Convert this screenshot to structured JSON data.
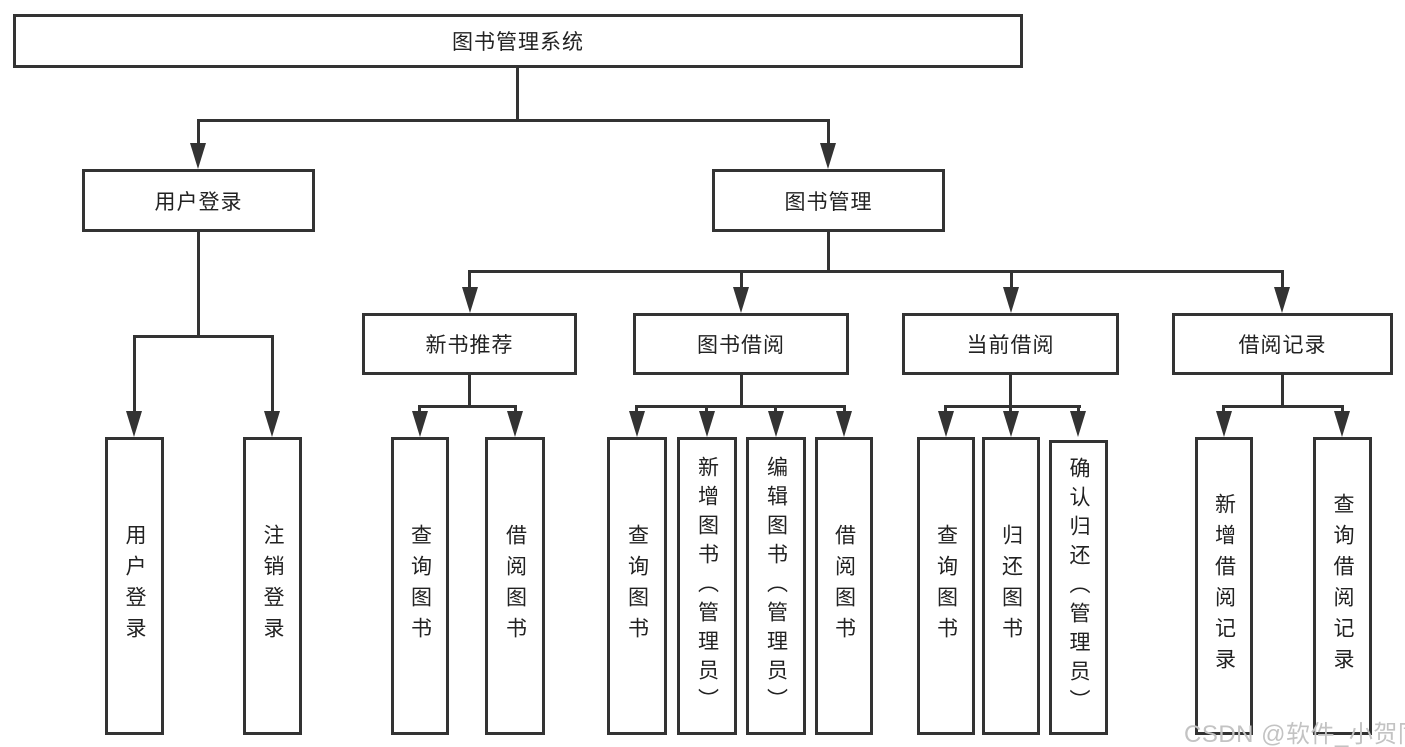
{
  "diagram": {
    "root": {
      "label": "图书管理系统"
    },
    "level2": {
      "user_login": {
        "label": "用户登录"
      },
      "book_mgmt": {
        "label": "图书管理"
      }
    },
    "level3": {
      "new_book_rec": {
        "label": "新书推荐"
      },
      "book_borrow": {
        "label": "图书借阅"
      },
      "current_borrow": {
        "label": "当前借阅"
      },
      "borrow_record": {
        "label": "借阅记录"
      }
    },
    "leaves": {
      "user_login_leaf": {
        "label": "用户登录"
      },
      "logout_leaf": {
        "label": "注销登录"
      },
      "rec_query_books": {
        "label": "查询图书"
      },
      "rec_borrow_books": {
        "label": "借阅图书"
      },
      "borrow_query_books": {
        "label": "查询图书"
      },
      "borrow_add_books": {
        "label": "新增图书（管理员）"
      },
      "borrow_edit_books": {
        "label": "编辑图书（管理员）"
      },
      "borrow_borrow_books": {
        "label": "借阅图书"
      },
      "current_query_books": {
        "label": "查询图书"
      },
      "current_return_books": {
        "label": "归还图书"
      },
      "current_confirm_return": {
        "label": "确认归还（管理员）"
      },
      "record_add": {
        "label": "新增借阅记录"
      },
      "record_query": {
        "label": "查询借阅记录"
      }
    }
  },
  "watermark": {
    "text": "CSDN @软件_小贺同学"
  },
  "colors": {
    "line": "#333333",
    "box_border": "#333333",
    "box_fill": "#ffffff",
    "text": "#222222",
    "watermark": "#c3c3c3",
    "background": "#ffffff"
  }
}
